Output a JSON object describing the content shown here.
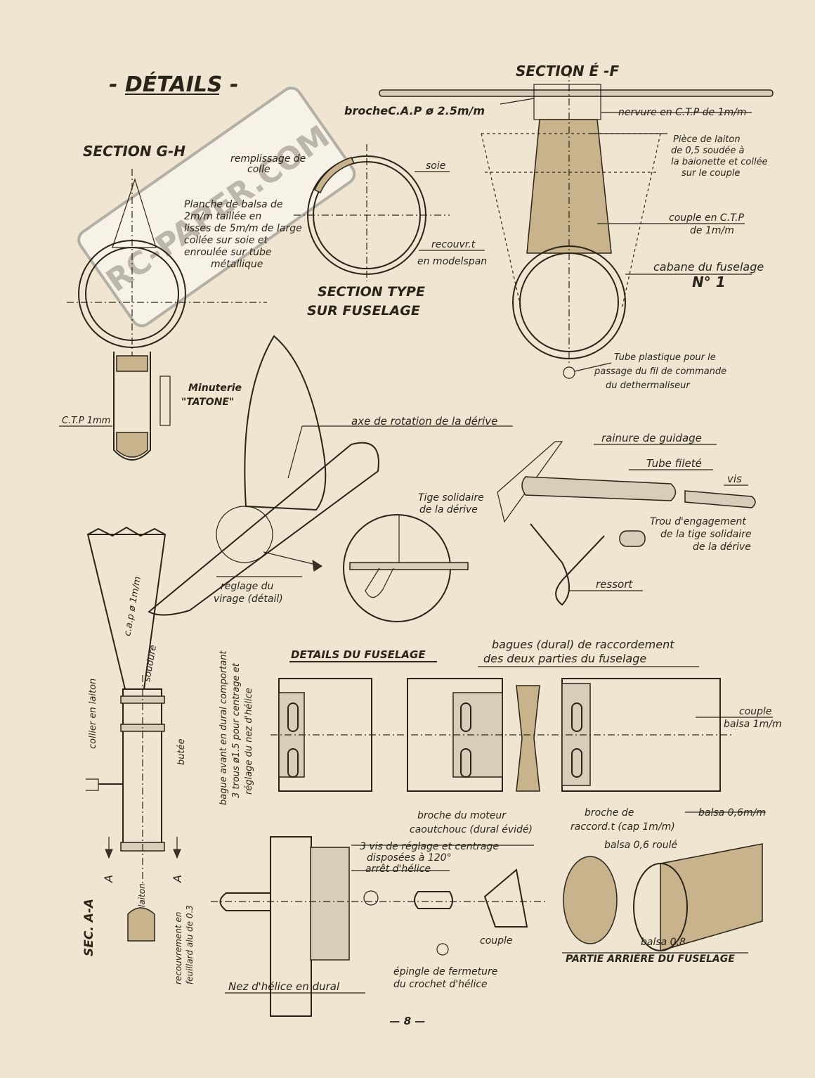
{
  "title": "- DÉTAILS -",
  "page_number": "— 8 —",
  "watermark": "RC-PAPER.COM",
  "colors": {
    "paper": "#efe5d1",
    "ink": "#2a2418",
    "wood": "#c9b38c"
  },
  "section_gh": {
    "heading": "SECTION G-H",
    "labels": {
      "remplissage_de": "remplissage de",
      "colle": "colle",
      "planche_1": "Planche de balsa de",
      "planche_2": "2m/m taillée en",
      "planche_3": "lisses de 5m/m de large",
      "planche_4": "collée sur soie et",
      "planche_5": "enroulée sur tube",
      "planche_6": "métallique",
      "minuterie": "Minuterie",
      "tatone": "\"TATONE\"",
      "ctp": "C.T.P 1mm"
    }
  },
  "section_type": {
    "heading_1": "SECTION TYPE",
    "heading_2": "SUR FUSELAGE",
    "soie": "soie",
    "recouvr": "recouvr.t",
    "modelspan": "en modelspan"
  },
  "section_ef": {
    "heading": "SECTION É -F",
    "broche": "brocheC.A.P ø 2.5m/m",
    "nervure": "nervure en C.T.P de 1m/m",
    "piece_1": "Pièce de laiton",
    "piece_2": "de 0,5 soudée à",
    "piece_3": "la baionette et collée",
    "piece_4": "sur le couple",
    "couple_1": "couple en C.T.P",
    "couple_2": "de 1m/m",
    "cabane_1": "cabane du fuselage",
    "cabane_2": "N° 1",
    "tube_1": "Tube plastique pour le",
    "tube_2": "passage du fil de commande",
    "tube_3": "du dethermaliseur"
  },
  "derive": {
    "axe": "axe de rotation de la dérive",
    "tige_1": "Tige solidaire",
    "tige_2": "de la dérive",
    "reglage_1": "réglage du",
    "reglage_2": "virage   (détail)"
  },
  "guidage": {
    "rainure": "rainure de guidage",
    "tube": "Tube fileté",
    "vis": "vis",
    "trou_1": "Trou d'engagement",
    "trou_2": "de la tige solidaire",
    "trou_3": "de la dérive",
    "ressort": "ressort"
  },
  "nose": {
    "vertical_1": "bague avant en dural comportant",
    "vertical_2": "3 trous ø1.5 pour centrage et",
    "vertical_3": "réglage du nez d'hélice",
    "cap": "c.a.p ø 1m/m",
    "soudure": "soudure",
    "collier": "collier en laiton",
    "butee": "butée",
    "sec_aa": "SEC. A-A",
    "a_left": "A",
    "a_right": "A",
    "laiton": "laiton",
    "recouvrement_1": "recouvrement en",
    "recouvrement_2": "feuillard alu de 0.3"
  },
  "fuselage": {
    "heading": "DETAILS DU FUSELAGE",
    "bagues_1": "bagues (dural) de raccordement",
    "bagues_2": "des deux parties du fuselage",
    "couple_1": "couple",
    "couple_2": "balsa 1m/m",
    "broche_moteur_1": "broche du moteur",
    "broche_moteur_2": "caoutchouc  (dural évidé)",
    "broche_racc_1": "broche de",
    "broche_racc_2": "raccord.t (cap 1m/m)",
    "balsa06": "balsa 0,6m/m"
  },
  "helice": {
    "vis_1": "3 vis de réglage et centrage",
    "vis_2": "disposées à 120°",
    "arret": "arrêt d'hélice",
    "couple": "couple",
    "epingle_1": "épingle de fermeture",
    "epingle_2": "du crochet d'hélice",
    "nez": "Nez d'hélice en dural"
  },
  "arriere": {
    "balsa_roule": "balsa 0,6 roulé",
    "balsa08": "balsa 0,8",
    "heading": "PARTIE ARRIÈRE DU FUSELAGE"
  }
}
